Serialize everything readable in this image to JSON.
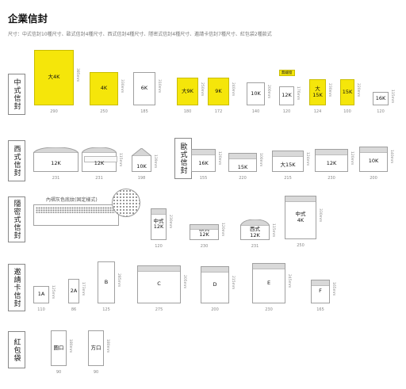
{
  "page": {
    "title": "企業信封",
    "subtitle": "尺寸：中式信封10種尺寸、歐式信封4種尺寸、西式信封4種尺寸、隱密式信封4種尺寸、邀請卡信封7種尺寸、紅包袋2種款式"
  },
  "sections": {
    "chinese": "中式信封",
    "western": "西式信封",
    "euro": "歐式信封",
    "privacy": "隱密式信封",
    "invite": "邀請卡信封",
    "redpacket": "紅包袋"
  },
  "chinese_envelopes": [
    {
      "label": "大4K",
      "height": "385mm",
      "width": "290",
      "highlight": true
    },
    {
      "label": "4K",
      "height": "330mm",
      "width": "250",
      "highlight": true
    },
    {
      "label": "6K",
      "height": "310mm",
      "width": "185",
      "highlight": false
    },
    {
      "label": "大9K",
      "height": "250mm",
      "width": "180",
      "highlight": true
    },
    {
      "label": "9K",
      "height": "240mm",
      "width": "172",
      "highlight": true
    },
    {
      "label": "10K",
      "height": "200mm",
      "width": "140",
      "highlight": false
    },
    {
      "label": "12K",
      "height": "176mm",
      "width": "120",
      "highlight": false
    },
    {
      "label": "大15K",
      "height": "230mm",
      "width": "124",
      "highlight": true
    },
    {
      "label": "15K",
      "height": "220mm",
      "width": "100",
      "highlight": true
    },
    {
      "label": "16K",
      "height": "115mm",
      "width": "120",
      "highlight": false
    }
  ],
  "badge_label": "無綴窗",
  "western_envelopes": [
    {
      "label": "12K",
      "height": "115mm",
      "width": "231"
    },
    {
      "label": "12K",
      "height": "115mm",
      "width": "231"
    },
    {
      "label": "10K",
      "height": "139mm",
      "width": "198"
    }
  ],
  "euro_envelopes": [
    {
      "label": "16K",
      "height": "120mm",
      "width": "155"
    },
    {
      "label": "15K",
      "height": "100mm",
      "width": "220"
    },
    {
      "label": "大15K",
      "height": "124mm",
      "width": "215"
    },
    {
      "label": "12K",
      "height": "120mm",
      "width": "230"
    },
    {
      "label": "10K",
      "height": "140mm",
      "width": "200"
    }
  ],
  "privacy": {
    "note": "內褶灰色底紋(固定樣式)",
    "envelopes": [
      {
        "label": "中式\n12K",
        "height": "230mm",
        "width": "120"
      },
      {
        "label": "歐式\n12K",
        "height": "120mm",
        "width": "230"
      },
      {
        "label": "西式\n12K",
        "height": "115mm",
        "width": "231"
      },
      {
        "label": "中式\n4K",
        "height": "330mm",
        "width": "250"
      }
    ]
  },
  "invite_envelopes": [
    {
      "label": "1A",
      "height": "125mm",
      "width": "110"
    },
    {
      "label": "2A",
      "height": "173mm",
      "width": "86"
    },
    {
      "label": "B",
      "height": "285mm",
      "width": "125"
    },
    {
      "label": "C",
      "height": "205mm",
      "width": "275"
    },
    {
      "label": "D",
      "height": "215mm",
      "width": "200"
    },
    {
      "label": "E",
      "height": "245mm",
      "width": "230"
    },
    {
      "label": "F",
      "height": "165mm",
      "width": "165"
    }
  ],
  "red_packets": [
    {
      "label": "圓口",
      "height": "180mm",
      "width": "90"
    },
    {
      "label": "方口",
      "height": "180mm",
      "width": "90"
    }
  ]
}
